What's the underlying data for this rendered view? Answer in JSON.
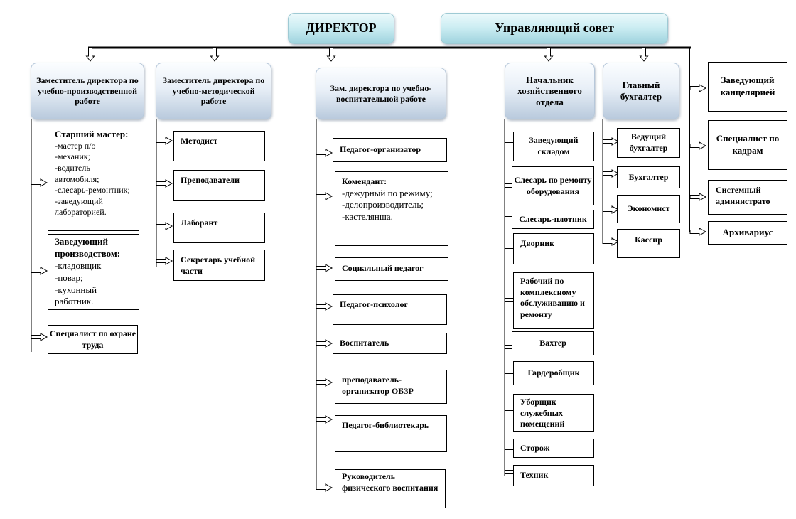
{
  "top": {
    "director": "ДИРЕКТОР",
    "council": "Управляющий совет"
  },
  "deputies": {
    "production": "Заместитель директора по учебно-производственной работе",
    "methodical": "Заместитель директора по учебно-методической  работе",
    "educational": "Зам. директора по учебно-воспитательной работе",
    "household": "Начальник хозяйственного отдела",
    "accountant": "Главный бухгалтер"
  },
  "production_staff": {
    "senior_master": {
      "title": "Старший мастер:",
      "items": [
        "-мастер п/о",
        "-механик;",
        "-водитель автомобиля;",
        "-слесарь-ремонтник;",
        "-заведующий лабораторией."
      ]
    },
    "production_head": {
      "title": "Заведующий производством:",
      "items": [
        "-кладовщик",
        "-повар;",
        "-кухонный работник."
      ]
    },
    "safety": "Специалист по охране труда"
  },
  "methodical_staff": [
    "Методист",
    "Преподаватели",
    "Лаборант",
    "Секретарь учебной части"
  ],
  "educational_staff": {
    "organizer": "Педагог-организатор",
    "commandant": {
      "title": "Комендант:",
      "items": [
        "-дежурный по режиму;",
        "-делопроизводитель;",
        "-кастелянша."
      ]
    },
    "social": "Социальный педагог",
    "psychologist": "Педагог-психолог",
    "educator": "Воспитатель",
    "obzr": "преподаватель-организатор ОБЗР",
    "librarian": "Педагог-библиотекарь",
    "pe": "Руководитель физического воспитания"
  },
  "household_staff": [
    "Заведующий складом",
    "Слесарь по ремонту оборудования",
    "Слесарь-плотник",
    "Дворник",
    "Рабочий по комплексному обслуживанию и ремонту",
    "Вахтер",
    "Гардеробщик",
    "Уборщик служебных помещений",
    "Сторож",
    "Техник"
  ],
  "accounting_staff": [
    "Ведущий бухгалтер",
    "Бухгалтер",
    "Экономист",
    "Кассир"
  ],
  "direct_reports": [
    "Заведующий канцелярией",
    "Специалист по кадрам",
    "Системный администрато",
    "Архивариус"
  ]
}
